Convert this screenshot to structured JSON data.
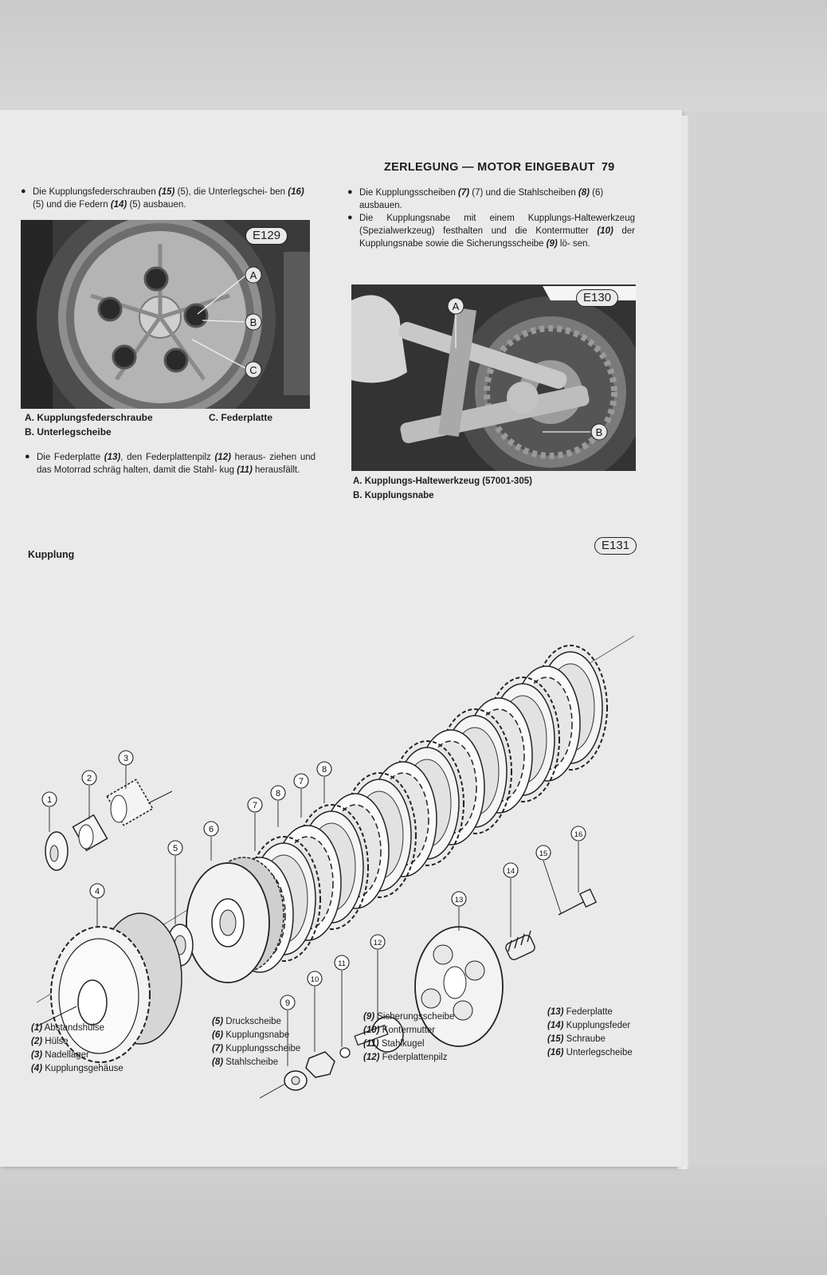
{
  "page": {
    "header_title": "ZERLEGUNG — MOTOR EINGEBAUT",
    "page_number": "79"
  },
  "left_col": {
    "bullet1": {
      "parts": [
        "Die Kupplungsfederschrauben ",
        "(15)",
        " (5), die Unterlegschei- ben ",
        "(16)",
        " (5) und die Federn ",
        "(14)",
        " (5) ausbauen."
      ]
    },
    "figure": {
      "tag": "E129",
      "callout_a": "A",
      "callout_b": "B",
      "callout_c": "C"
    },
    "caption": {
      "a": "A. Kupplungsfederschraube",
      "b": "B. Unterlegscheibe",
      "c": "C. Federplatte"
    },
    "bullet2": {
      "parts": [
        "Die Federplatte ",
        "(13)",
        ", den Federplattenpilz ",
        "(12)",
        " heraus- ziehen und das Motorrad schräg halten, damit die Stahl- kug ",
        "(11)",
        " herausfällt."
      ]
    }
  },
  "right_col": {
    "bullet1": {
      "parts": [
        "Die Kupplungsscheiben ",
        "(7)",
        " (7) und die Stahlscheiben ",
        "(8)",
        " (6) ausbauen."
      ]
    },
    "bullet2": {
      "parts": [
        "Die Kupplungsnabe mit einem Kupplungs-Haltewerkzeug (Spezialwerkzeug) festhalten und die Kontermutter ",
        "(10)",
        " der Kupplungsnabe sowie die Sicherungsscheibe ",
        "(9)",
        " lö- sen."
      ]
    },
    "figure": {
      "tag": "E130",
      "callout_a": "A",
      "callout_b": "B"
    },
    "caption": {
      "a": "A. Kupplungs-Haltewerkzeug (57001-305)",
      "b": "B. Kupplungsnabe"
    }
  },
  "diagram": {
    "section_title": "Kupplung",
    "tag": "E131",
    "part_numbers": [
      "1",
      "2",
      "3",
      "4",
      "5",
      "6",
      "7",
      "8",
      "7",
      "8",
      "9",
      "10",
      "11",
      "12",
      "13",
      "14",
      "15",
      "16"
    ]
  },
  "legend": {
    "col1": [
      {
        "n": "(1)",
        "label": "Abstandshülse"
      },
      {
        "n": "(2)",
        "label": "Hülse"
      },
      {
        "n": "(3)",
        "label": "Nadellager"
      },
      {
        "n": "(4)",
        "label": "Kupplungsgehäuse"
      }
    ],
    "col2": [
      {
        "n": "(5)",
        "label": "Druckscheibe"
      },
      {
        "n": "(6)",
        "label": "Kupplungsnabe"
      },
      {
        "n": "(7)",
        "label": "Kupplungsscheibe"
      },
      {
        "n": "(8)",
        "label": "Stahlscheibe"
      }
    ],
    "col3": [
      {
        "n": "(9)",
        "label": "Sicherungsscheibe"
      },
      {
        "n": "(10)",
        "label": "Kontermutter"
      },
      {
        "n": "(11)",
        "label": "Stahlkugel"
      },
      {
        "n": "(12)",
        "label": "Federplattenpilz"
      }
    ],
    "col4": [
      {
        "n": "(13)",
        "label": "Federplatte"
      },
      {
        "n": "(14)",
        "label": "Kupplungsfeder"
      },
      {
        "n": "(15)",
        "label": "Schraube"
      },
      {
        "n": "(16)",
        "label": "Unterlegscheibe"
      }
    ]
  }
}
